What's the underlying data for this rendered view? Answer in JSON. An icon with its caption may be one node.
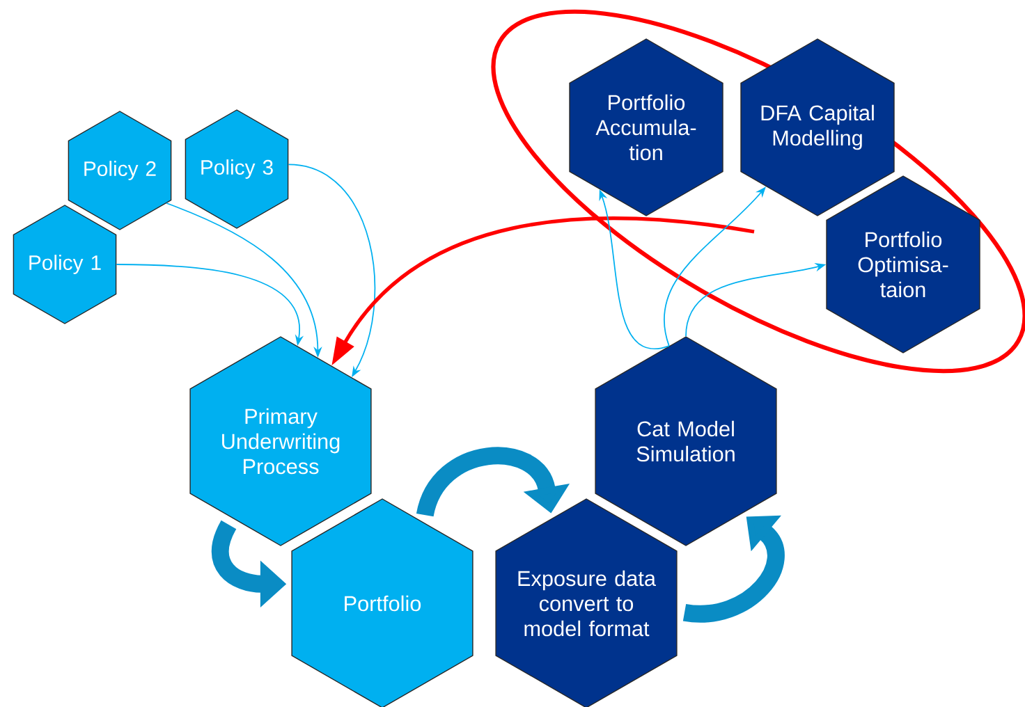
{
  "diagram": {
    "nodes": [
      {
        "text": [
          "Policy 2"
        ]
      },
      {
        "text": [
          "Policy 3"
        ]
      },
      {
        "text": [
          "Policy 1"
        ]
      },
      {
        "text": [
          "Primary Underwriting Process"
        ]
      },
      {
        "text": [
          "Portfolio"
        ]
      },
      {
        "text": [
          "Exposure data convert to model format"
        ]
      },
      {
        "text": [
          "Cat Model Simulation"
        ]
      },
      {
        "text": [
          "Portfolio Accumula- tion"
        ]
      },
      {
        "text": [
          "DFA Capital Modelling"
        ]
      },
      {
        "text": [
          "Portfolio Optimisa- taion"
        ]
      }
    ],
    "edges": [
      {
        "from": 2,
        "to": 3,
        "arrow": "to"
      },
      {
        "from": 0,
        "to": 3,
        "arrow": "to"
      },
      {
        "from": 1,
        "to": 3,
        "arrow": "to"
      },
      {
        "from": null,
        "to": 3,
        "arrow": "to",
        "style": "thick",
        "color": "#ff0000"
      },
      {
        "from": 6,
        "to": 7,
        "arrow": "to"
      },
      {
        "from": 6,
        "to": 8,
        "arrow": "to"
      },
      {
        "from": 6,
        "to": 9,
        "arrow": "to"
      },
      {
        "from": 3,
        "to": 4,
        "arrow": "to",
        "style": "thick",
        "color": "#0a8cc4"
      },
      {
        "from": 4,
        "to": 5,
        "arrow": "to",
        "style": "thick",
        "color": "#0a8cc4"
      },
      {
        "from": 5,
        "to": 6,
        "arrow": "to",
        "style": "thick",
        "color": "#0a8cc4"
      }
    ]
  }
}
